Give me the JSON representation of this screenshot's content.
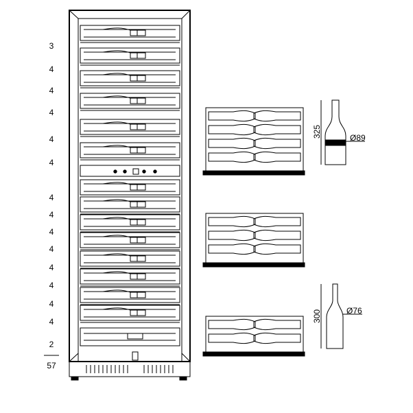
{
  "shelf_capacities": [
    "3",
    "4",
    "4",
    "4",
    "4",
    "4",
    "4",
    "4",
    "4",
    "4",
    "4",
    "4",
    "4",
    "4",
    "2"
  ],
  "total_capacity": "57",
  "bottle_large": {
    "height": "325",
    "diameter": "Ø89"
  },
  "bottle_small": {
    "height": "300",
    "diameter": "Ø76"
  }
}
